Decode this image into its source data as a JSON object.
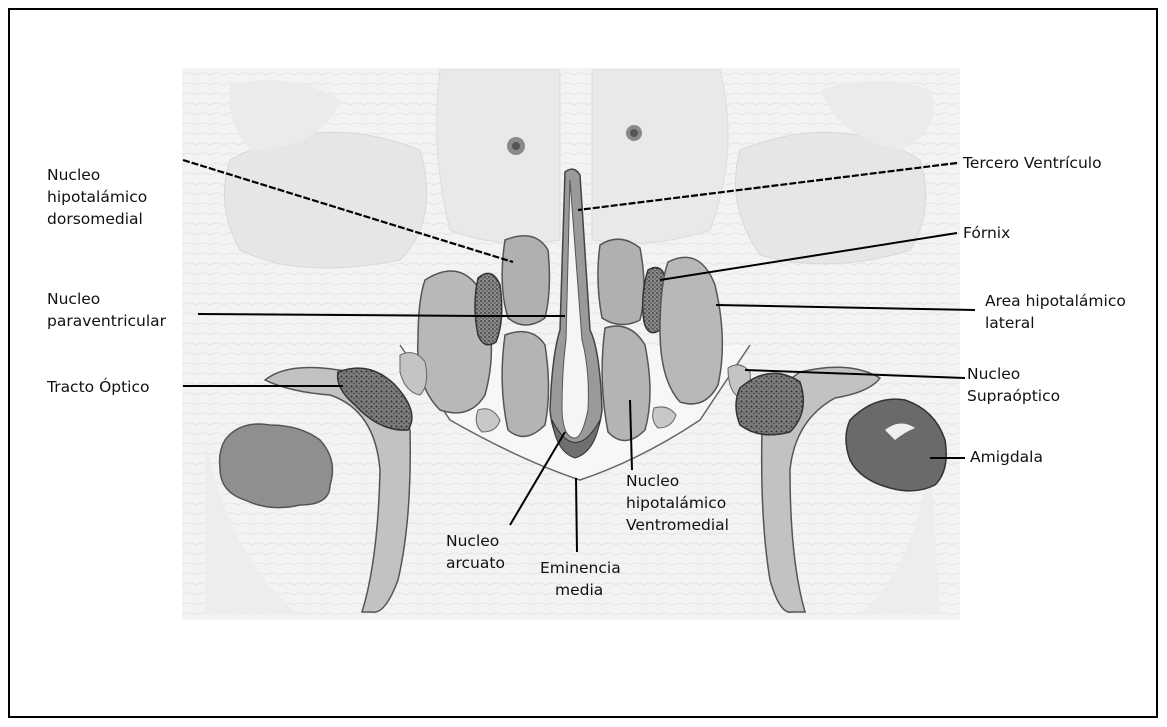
{
  "diagram": {
    "labels": {
      "dorsomedial": [
        "Nucleo",
        "hipotalámico",
        "dorsomedial"
      ],
      "tercero_ventriculo": "Tercero Ventrículo",
      "fornix": "Fórnix",
      "paraventricular": [
        "Nucleo",
        "paraventricular"
      ],
      "area_lateral": [
        "Area hipotalámico",
        "lateral"
      ],
      "tracto_optico": "Tracto Óptico",
      "supraoptico": [
        "Nucleo",
        "Supraóptico"
      ],
      "amigdala": "Amigdala",
      "ventromedial": [
        "Nucleo",
        "hipotalámico",
        "Ventromedial"
      ],
      "arcuato": [
        "Nucleo",
        "arcuato"
      ],
      "eminencia": [
        "Eminencia",
        "media"
      ]
    }
  }
}
